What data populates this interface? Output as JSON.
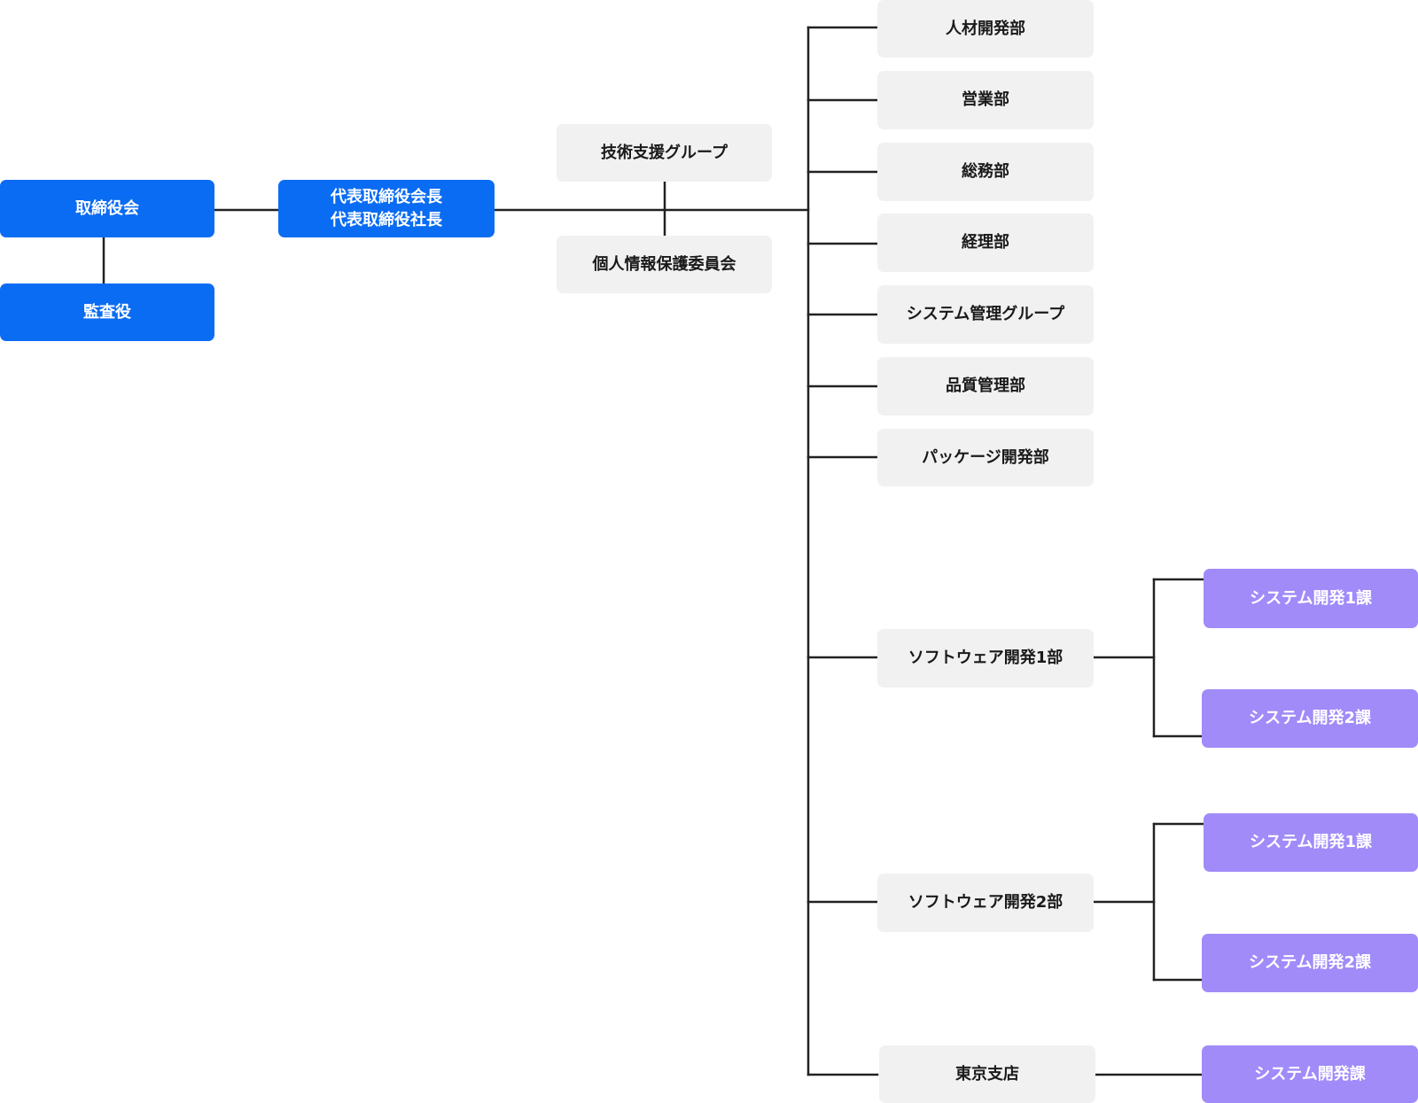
{
  "colors": {
    "executive": "#0a6cf2",
    "department": "#f1f1f1",
    "section": "#a18bf9",
    "connector": "#222222"
  },
  "executive": {
    "board": "取締役会",
    "auditor": "監査役",
    "president": "代表取締役会長\n代表取締役社長"
  },
  "staff": {
    "tech_support": "技術支援グループ",
    "privacy_committee": "個人情報保護委員会"
  },
  "departments": {
    "hr": "人材開発部",
    "sales": "営業部",
    "general_affairs": "総務部",
    "accounting": "経理部",
    "system_admin": "システム管理グループ",
    "quality": "品質管理部",
    "package_dev": "パッケージ開発部",
    "software_dev_1": "ソフトウェア開発1部",
    "software_dev_2": "ソフトウェア開発2部",
    "tokyo_branch": "東京支店"
  },
  "sections": {
    "sd1_sec1": "システム開発1課",
    "sd1_sec2": "システム開発2課",
    "sd2_sec1": "システム開発1課",
    "sd2_sec2": "システム開発2課",
    "tokyo_sec": "システム開発課"
  }
}
